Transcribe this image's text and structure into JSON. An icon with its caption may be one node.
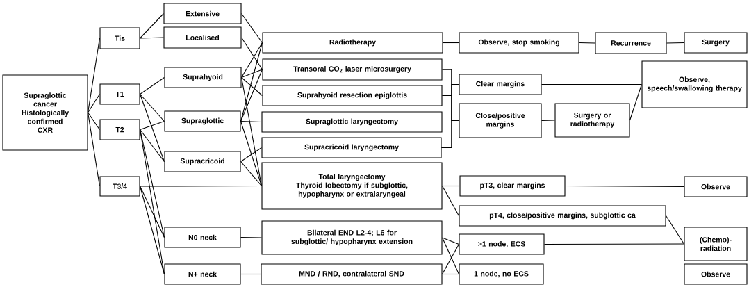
{
  "diagram": {
    "nodes": [
      {
        "text": [
          "Supraglottic cancer",
          "Histologically confirmed",
          "CXR"
        ]
      },
      {
        "text": [
          "Tis"
        ]
      },
      {
        "text": [
          "T1"
        ]
      },
      {
        "text": [
          "T2"
        ]
      },
      {
        "text": [
          "T3/4"
        ]
      },
      {
        "text": [
          "Extensive"
        ]
      },
      {
        "text": [
          "Localised"
        ]
      },
      {
        "text": [
          "Suprahyoid"
        ]
      },
      {
        "text": [
          "Supraglottic"
        ]
      },
      {
        "text": [
          "Supracricoid"
        ]
      },
      {
        "text": [
          "N0 neck"
        ]
      },
      {
        "text": [
          "N+ neck"
        ]
      },
      {
        "text": [
          "Radiotherapy"
        ]
      },
      {
        "text": [
          "Transoral CO$_{2}$ laser microsurgery"
        ]
      },
      {
        "text": [
          "Suprahyoid resection epiglottis"
        ]
      },
      {
        "text": [
          "Supraglottic laryngectomy"
        ]
      },
      {
        "text": [
          "Supracricoid laryngectomy"
        ]
      },
      {
        "text": [
          "Total laryngectomy",
          "Thyroid lobectomy if subglottic, hypopharynx or extralaryngeal"
        ]
      },
      {
        "text": [
          "Bilateral END L2-4; L6 for subglottic/ hypopharynx extension"
        ]
      },
      {
        "text": [
          "MND / RND, contralateral SND"
        ]
      },
      {
        "text": [
          "Observe, stop smoking"
        ]
      },
      {
        "text": [
          "Recurrence"
        ]
      },
      {
        "text": [
          "Surgery"
        ]
      },
      {
        "text": [
          "Clear margins"
        ]
      },
      {
        "text": [
          "Close/positive margins"
        ]
      },
      {
        "text": [
          "Surgery or radiotherapy"
        ]
      },
      {
        "text": [
          "Observe, speech/swallowing therapy"
        ]
      },
      {
        "text": [
          "pT3, clear margins"
        ]
      },
      {
        "text": [
          "pT4, close/positive margins, subglottic ca"
        ]
      },
      {
        "text": [
          ">1 node, ECS"
        ]
      },
      {
        "text": [
          "1 node, no ECS"
        ]
      },
      {
        "text": [
          "Observe"
        ]
      },
      {
        "text": [
          "(Chemo)-radiation"
        ]
      },
      {
        "text": [
          "Observe"
        ]
      }
    ],
    "edges": [
      {
        "from": 0,
        "to": 1,
        "arrow": "none"
      },
      {
        "from": 0,
        "to": 2,
        "arrow": "none"
      },
      {
        "from": 0,
        "to": 3,
        "arrow": "none"
      },
      {
        "from": 0,
        "to": 4,
        "arrow": "none"
      },
      {
        "from": 1,
        "to": 5,
        "arrow": "none"
      },
      {
        "from": 1,
        "to": 6,
        "arrow": "none"
      },
      {
        "from": 2,
        "to": 7,
        "arrow": "none"
      },
      {
        "from": 2,
        "to": 8,
        "arrow": "none"
      },
      {
        "from": 2,
        "to": 9,
        "arrow": "none"
      },
      {
        "from": 3,
        "to": 8,
        "arrow": "none"
      },
      {
        "from": 3,
        "to": 9,
        "arrow": "none"
      },
      {
        "from": 3,
        "to": 10,
        "arrow": "none"
      },
      {
        "from": 3,
        "to": 11,
        "arrow": "none"
      },
      {
        "from": 4,
        "to": 17,
        "arrow": "none"
      },
      {
        "from": 4,
        "to": 10,
        "arrow": "none"
      },
      {
        "from": 4,
        "to": 11,
        "arrow": "none"
      },
      {
        "from": 5,
        "to": 12,
        "arrow": "none"
      },
      {
        "from": 6,
        "to": 13,
        "arrow": "none"
      },
      {
        "from": 7,
        "to": 12,
        "arrow": "none"
      },
      {
        "from": 7,
        "to": 13,
        "arrow": "none"
      },
      {
        "from": 7,
        "to": 14,
        "arrow": "none"
      },
      {
        "from": 7,
        "to": 17,
        "arrow": "none"
      },
      {
        "from": 8,
        "to": 12,
        "arrow": "none"
      },
      {
        "from": 8,
        "to": 13,
        "arrow": "none"
      },
      {
        "from": 8,
        "to": 15,
        "arrow": "none"
      },
      {
        "from": 8,
        "to": 17,
        "arrow": "none"
      },
      {
        "from": 9,
        "to": 16,
        "arrow": "none"
      },
      {
        "from": 9,
        "to": 17,
        "arrow": "none"
      },
      {
        "from": 10,
        "to": 18,
        "arrow": "none"
      },
      {
        "from": 11,
        "to": 19,
        "arrow": "none"
      },
      {
        "from": 12,
        "to": 20,
        "arrow": "none"
      },
      {
        "from": 20,
        "to": 21,
        "arrow": "none"
      },
      {
        "from": 21,
        "to": 22,
        "arrow": "none"
      },
      {
        "from": 13,
        "to": 23,
        "arrow": "none"
      },
      {
        "from": 13,
        "to": 24,
        "arrow": "none"
      },
      {
        "from": 14,
        "to": 23,
        "arrow": "none"
      },
      {
        "from": 14,
        "to": 24,
        "arrow": "none"
      },
      {
        "from": 16,
        "to": 23,
        "arrow": "none"
      },
      {
        "from": 16,
        "to": 24,
        "arrow": "none"
      },
      {
        "from": 23,
        "to": 26,
        "arrow": "none"
      },
      {
        "from": 24,
        "to": 25,
        "arrow": "none"
      },
      {
        "from": 25,
        "to": 26,
        "arrow": "none"
      },
      {
        "from": 17,
        "to": 27,
        "arrow": "none"
      },
      {
        "from": 17,
        "to": 28,
        "arrow": "none"
      },
      {
        "from": 27,
        "to": 31,
        "arrow": "none"
      },
      {
        "from": 28,
        "to": 32,
        "arrow": "none"
      },
      {
        "from": 18,
        "to": 29,
        "arrow": "none"
      },
      {
        "from": 18,
        "to": 30,
        "arrow": "none"
      },
      {
        "from": 19,
        "to": 29,
        "arrow": "none"
      },
      {
        "from": 19,
        "to": 30,
        "arrow": "none"
      },
      {
        "from": 29,
        "to": 32,
        "arrow": "none"
      },
      {
        "from": 30,
        "to": 33,
        "arrow": "none"
      }
    ]
  }
}
